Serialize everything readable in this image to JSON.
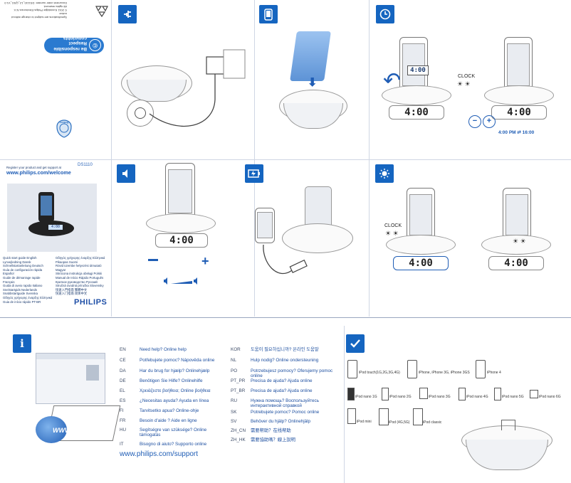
{
  "cover": {
    "model": "DS1110",
    "register_text": "Register your product and get support at",
    "register_url": "www.philips.com/welcome",
    "brand": "PHILIPS",
    "quick_start_left": [
      "Quick start guide English",
      "Lynvejledning Dansk",
      "Schnellstartanleitung Deutsch",
      "Guía de configuración rápida Español",
      "Guide de démarrage rapide Français",
      "Guida di avvio rapido Italiano",
      "Snelstartgids Nederlands",
      "Snabbstartguide Svenska",
      "Οδηγός γρήγορης έναρξης Ελληνικά",
      "Guia de início rápido PT-BR"
    ],
    "quick_start_right": [
      "Οδηγός γρήγορης έναρξης Ελληνικά",
      "Pikaopas Suomi",
      "Rövid üzembe helyezési útmutató Magyar",
      "Skrócona instrukcja obsługi Polski",
      "Manual de Início Rápido Português",
      "Краткое руководство Русский",
      "Stručná úvodná príručka Slovensky",
      "快速入門指南 繁體中文",
      "快速入门指南 简体中文"
    ]
  },
  "back": {
    "respect_line1": "Be responsible",
    "respect_line2": "Respect copyrights",
    "eco_label": "Reduce",
    "small_print": [
      "Specifications are subject to change without notice",
      "© 2011 Koninklijke Philips Electronics N.V.",
      "All rights reserved.",
      "Document order number: DS1110_12_QSG_V1.0"
    ]
  },
  "steps": {
    "power_icon": "plug-icon",
    "phone_icon": "phone-icon",
    "clock_icon": "clock-icon",
    "volume_icon": "speaker-icon",
    "battery_icon": "battery-icon",
    "brightness_icon": "sun-icon",
    "clock_label": "CLOCK",
    "clock_display": "4:00",
    "time_format": "4:00 PM",
    "time_format_24": "16:00",
    "minus": "−",
    "plus": "+"
  },
  "help": {
    "info_icon": "i",
    "support_url": "www.philips.com/support",
    "left": [
      {
        "code": "EN",
        "text": "Need help? Online help"
      },
      {
        "code": "CE",
        "text": "Potřebujete pomoc? Nápověda online"
      },
      {
        "code": "DA",
        "text": "Har du brug for hjælp? Onlinehjælp"
      },
      {
        "code": "DE",
        "text": "Benötigen Sie Hilfe? Onlinehilfe"
      },
      {
        "code": "EL",
        "text": "Χρειάζεστε βοήθεια; Online βοήθεια"
      },
      {
        "code": "ES",
        "text": "¿Necesitas ayuda? Ayuda en línea"
      },
      {
        "code": "FI",
        "text": "Tarvitsetko apua? Online-ohje"
      },
      {
        "code": "FR",
        "text": "Besoin d'aide ? Aide en ligne"
      },
      {
        "code": "HU",
        "text": "Segítségre van szüksége? Online támogatás"
      },
      {
        "code": "IT",
        "text": "Bisogno di aiuto? Supporto online"
      }
    ],
    "right": [
      {
        "code": "KOR",
        "text": "도움이 필요하십니까? 온라인 도움말"
      },
      {
        "code": "NL",
        "text": "Hulp nodig? Online ondersteuning"
      },
      {
        "code": "PO",
        "text": "Potrzebujesz pomocy? Oferujemy pomoc online"
      },
      {
        "code": "PT_PR",
        "text": "Precisa de ajuda? Ajuda online"
      },
      {
        "code": "PT_BR",
        "text": "Precisa de ajuda? Ajuda online"
      },
      {
        "code": "RU",
        "text": "Нужна помощь? Воспользуйтесь интерактивной справкой"
      },
      {
        "code": "SK",
        "text": "Potrebujete pomoc? Pomoc online"
      },
      {
        "code": "SV",
        "text": "Behöver du hjälp? Onlinehjälp"
      },
      {
        "code": "ZH_CN",
        "text": "需要帮助？在线帮助"
      },
      {
        "code": "ZH_HK",
        "text": "需要協助嗎？線上說明"
      }
    ],
    "www_badge": "WWW"
  },
  "compat": {
    "check_icon": "check-icon",
    "devices": [
      "iPod touch(1G,2G,3G,4G)",
      "iPhone, iPhone 3G, iPhone 3GS",
      "iPhone 4",
      "iPod nano 1G",
      "iPod nano 2G",
      "iPod nano 3G",
      "iPod nano 4G",
      "iPod nano 5G",
      "iPod nano 6G",
      "iPod mini",
      "iPod (4G,5G)",
      "iPod classic"
    ]
  }
}
